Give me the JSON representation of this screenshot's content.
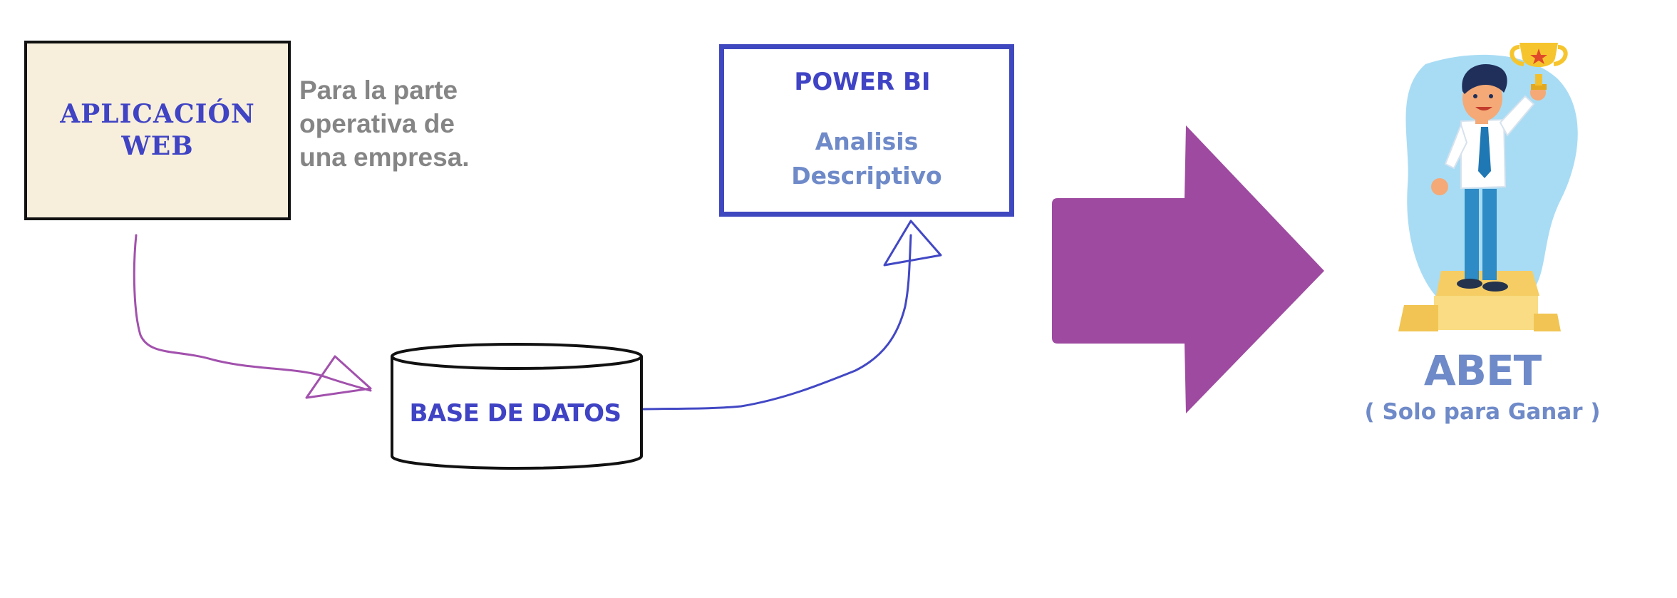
{
  "app_box": {
    "line1": "APLICACIÓN",
    "line2": "WEB"
  },
  "note": {
    "line1": "Para la parte",
    "line2": "operativa de",
    "line3": "una empresa."
  },
  "power_bi": {
    "title": "POWER BI",
    "line1": "Analisis",
    "line2": "Descriptivo"
  },
  "database": {
    "label": "BASE DE DATOS"
  },
  "abet": {
    "title": "ABET",
    "subtitle": "( Solo para Ganar )"
  },
  "colors": {
    "accent_blue": "#3f43c4",
    "soft_blue": "#6f8ac8",
    "arrow_purple": "#9e4aa0",
    "box_fill": "#f7efdc",
    "note_gray": "#858585"
  }
}
